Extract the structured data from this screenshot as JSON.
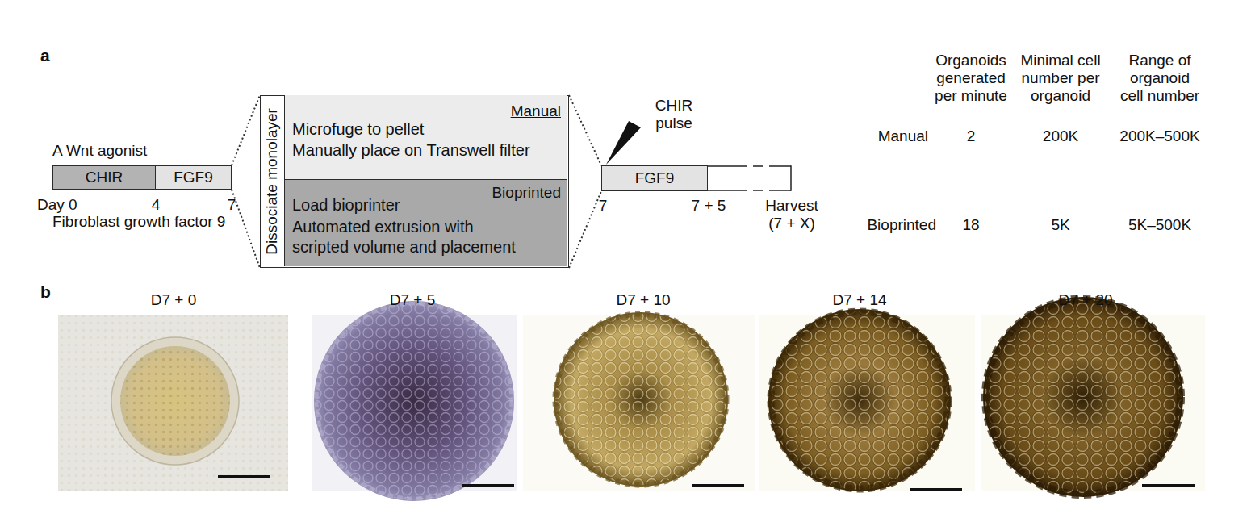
{
  "diagram": {
    "nodes": [
      {
        "text": [
          "CHIR"
        ]
      },
      {
        "text": [
          "FGF9"
        ]
      },
      {
        "text": [
          "Dissociate monolayer"
        ]
      },
      {
        "text": [
          "Manual",
          "Microfuge to pellet",
          "Manually place on Transwell filter"
        ],
        "in": 2
      },
      {
        "text": [
          "Bioprinted",
          "Load bioprinter",
          "Automated extrusion with scripted volume and placement"
        ],
        "in": 2
      },
      {
        "text": [
          "FGF9"
        ]
      }
    ],
    "edges": [
      {
        "from": 1,
        "to": 2,
        "arrow": "none"
      },
      {
        "from": 2,
        "to": 5,
        "arrow": "none"
      }
    ],
    "labels": [
      "a",
      "A Wnt agonist",
      "Day 0",
      "4",
      "7",
      "Fibroblast growth factor 9",
      "CHIR pulse",
      "7",
      "7 + 5",
      "Harvest (7 + X)",
      "Organoids generated per minute",
      "Minimal cell number per organoid",
      "Range of organoid cell number",
      "Manual",
      "2",
      "200K",
      "200K–500K",
      "Bioprinted",
      "18",
      "5K",
      "5K–500K",
      "b",
      "D7 + 0",
      "D7 + 5",
      "D7 + 10",
      "D7 + 14",
      "D7 + 20"
    ]
  }
}
